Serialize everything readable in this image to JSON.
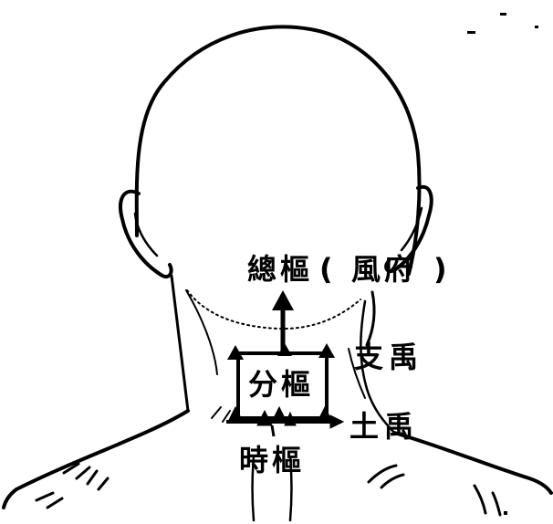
{
  "labels": {
    "zong_shu": "總樞",
    "paren_open": "(",
    "feng_fu": "風府",
    "paren_close": ")",
    "zhi_yu": "支禹",
    "fen_shu": "分樞",
    "tu_yu": "土禹",
    "shi_shu": "時樞"
  },
  "colors": {
    "ink": "#000000",
    "background": "#ffffff"
  }
}
